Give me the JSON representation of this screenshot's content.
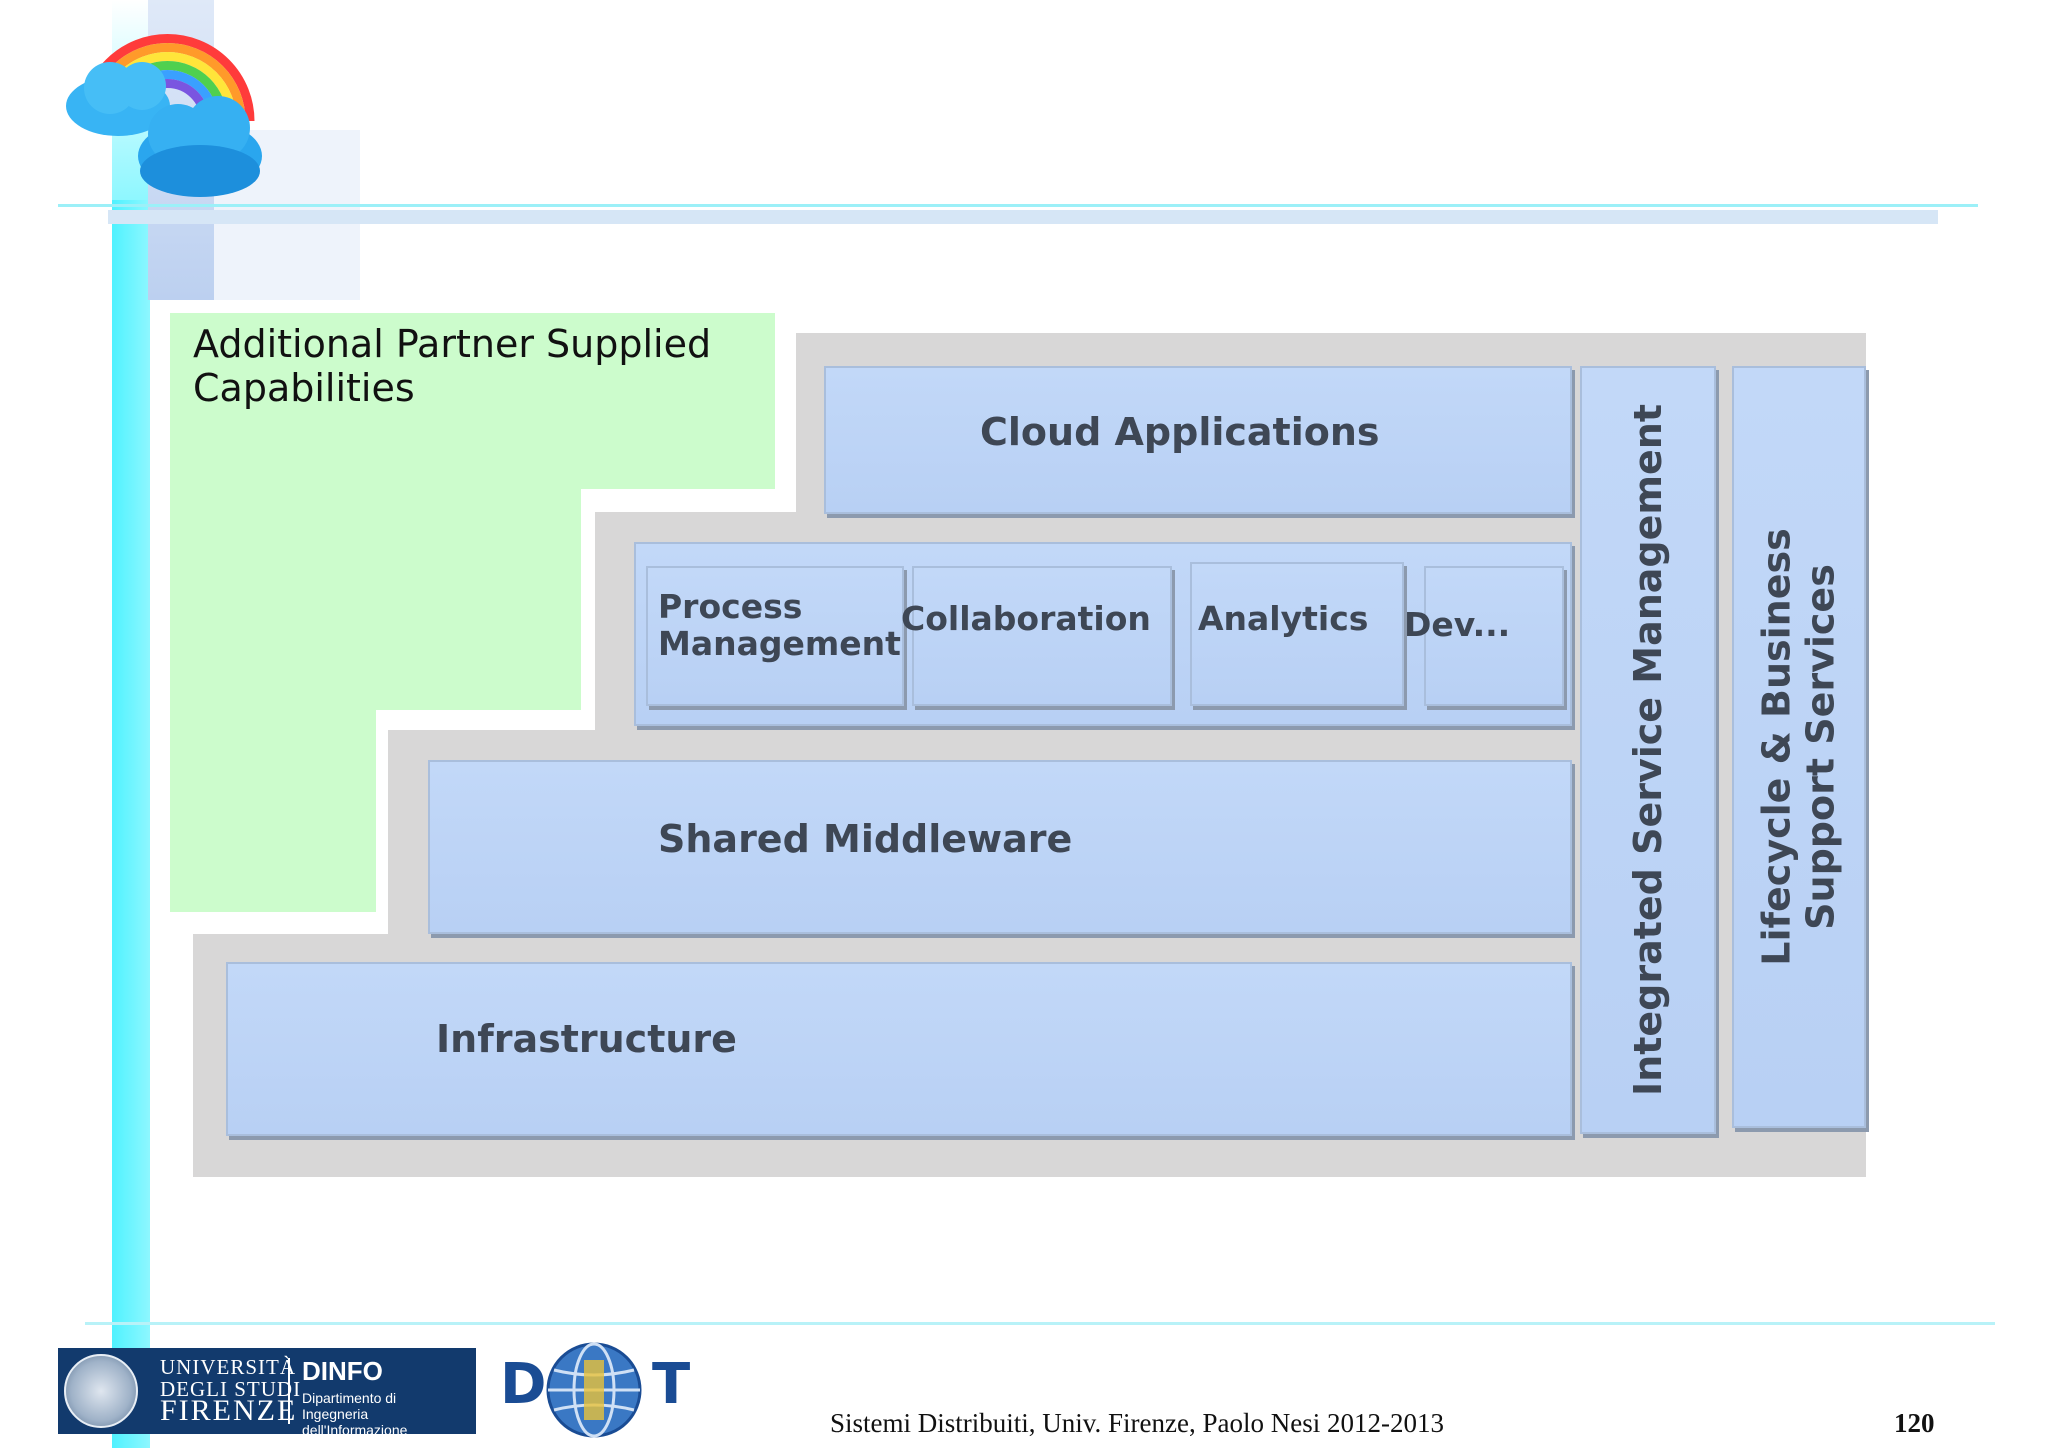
{
  "diagram": {
    "partner": {
      "title_line1": "Additional Partner Supplied",
      "title_line2": "Capabilities"
    },
    "layers": {
      "cloud_applications": "Cloud Applications",
      "process_management_line1": "Process",
      "process_management_line2": "Management",
      "collaboration": "Collaboration",
      "analytics": "Analytics",
      "dev": "Dev...",
      "shared_middleware": "Shared Middleware",
      "infrastructure": "Infrastructure"
    },
    "side_columns": {
      "integrated_service_management": "Integrated Service Management",
      "lifecycle_line1": "Lifecycle & Business",
      "lifecycle_line2": "Support Services"
    }
  },
  "footer": {
    "caption": "Sistemi Distribuiti, Univ. Firenze, Paolo Nesi 2012-2013",
    "page_number": "120",
    "unifi": {
      "line1": "UNIVERSITÀ",
      "line2": "DEGLI STUDI",
      "line3": "FIRENZE",
      "dept_name": "DINFO",
      "dept_line1": "Dipartimento di",
      "dept_line2": "Ingegneria dell'Informazione"
    },
    "disit_letters": [
      "D",
      "T"
    ]
  },
  "logo": {
    "icon": "rainbow-cloud-icon"
  },
  "colors": {
    "block_fill": "#b8d0f4",
    "partner_fill": "#ccfccc",
    "frame_gray": "#d8d7d7",
    "accent_cyan": "#4ff2ff",
    "unifi_navy": "#123a6d"
  }
}
